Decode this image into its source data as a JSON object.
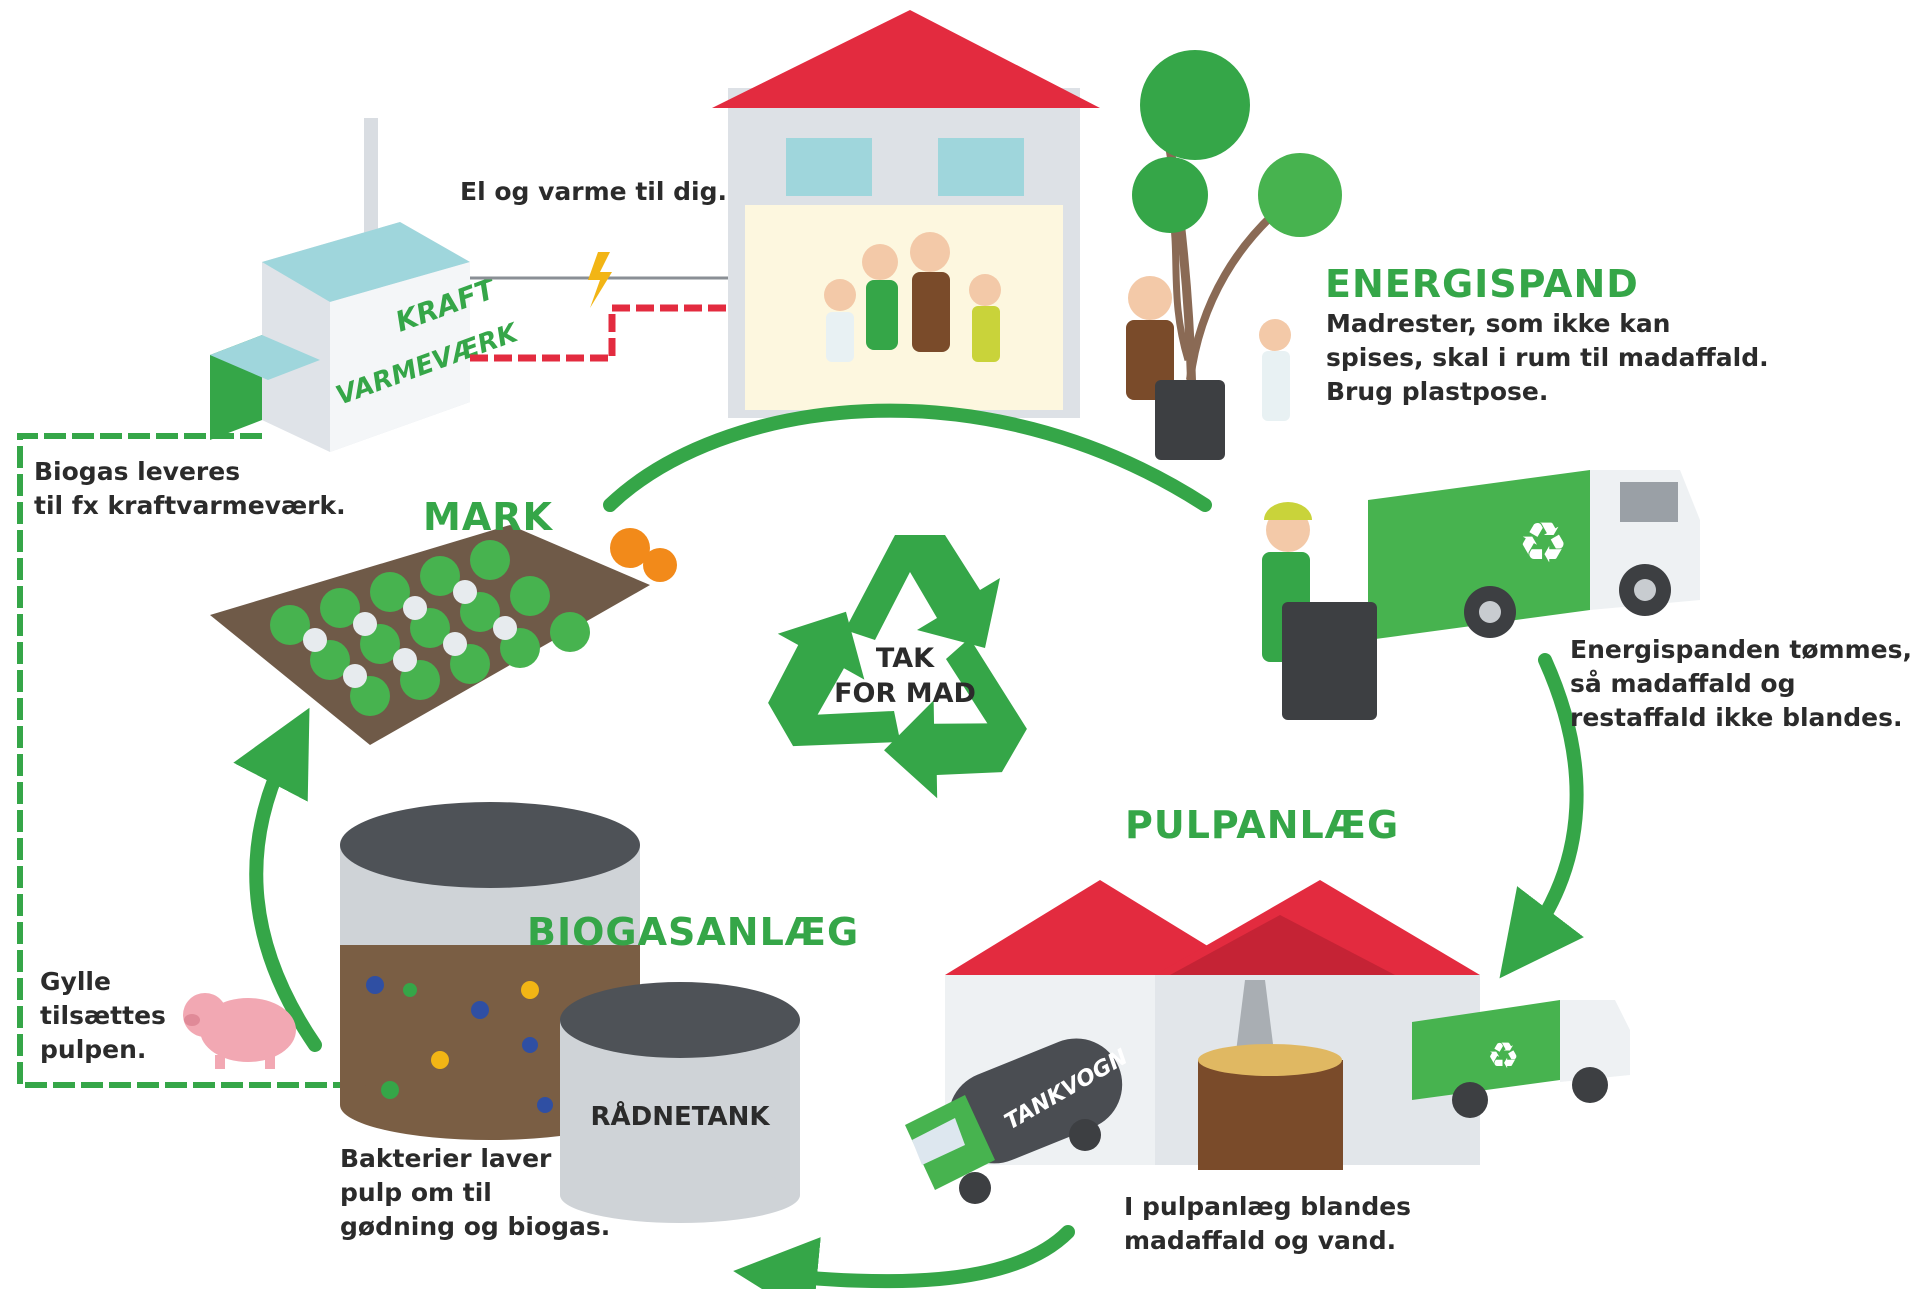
{
  "titles": {
    "mark": "MARK",
    "energispand": "ENERGISPAND",
    "pulpanlaeg": "PULPANLÆG",
    "biogasanlaeg": "BIOGASANLÆG"
  },
  "center": {
    "line1": "TAK",
    "line2": "FOR MAD"
  },
  "captions": {
    "el_varme": "El og varme til dig.",
    "energispand": [
      "Madrester, som ikke kan",
      "spises, skal i rum til madaffald.",
      "Brug plastpose."
    ],
    "toemmes": [
      "Energispanden tømmes,",
      "så madaffald og",
      "restaffald ikke blandes."
    ],
    "pulpanlaeg": [
      "I pulpanlæg blandes",
      "madaffald og vand."
    ],
    "bakterier": [
      "Bakterier laver",
      "pulp om til",
      "gødning og biogas."
    ],
    "gylle": [
      "Gylle",
      "tilsættes",
      "pulpen."
    ],
    "biogas": [
      "Biogas leveres",
      "til fx kraftvarmeværk."
    ]
  },
  "signs": {
    "kraft": "KRAFT",
    "varmevaerk": "VARMEVÆRK",
    "raadnetank": "RÅDNETANK",
    "tankvogn": "TANKVOGN"
  },
  "colors": {
    "green": "#35a648",
    "dark_green": "#2a8a3a",
    "roof_red": "#e32b3f",
    "text": "#2b2b2b"
  },
  "icons": [
    "recycle-icon",
    "lightning-icon",
    "recycle-truck-icon"
  ]
}
